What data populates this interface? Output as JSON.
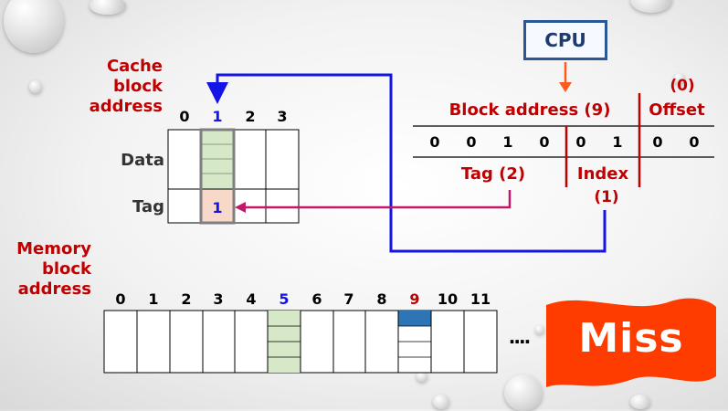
{
  "cpu_label": "CPU",
  "cache": {
    "label_lines": [
      "Cache",
      "block",
      "address"
    ],
    "indices": [
      "0",
      "1",
      "2",
      "3"
    ],
    "highlight_index": "1",
    "data_label": "Data",
    "tag_label": "Tag",
    "tag_value": "1"
  },
  "address": {
    "offset_value": "(0)",
    "block_address": "Block address (9)",
    "offset": "Offset",
    "bits": [
      "0",
      "0",
      "1",
      "0",
      "0",
      "1",
      "0",
      "0"
    ],
    "tag": "Tag (2)",
    "index": "Index",
    "index_value": "(1)"
  },
  "memory": {
    "label_lines": [
      "Memory",
      "block",
      "address"
    ],
    "indices": [
      "0",
      "1",
      "2",
      "3",
      "4",
      "5",
      "6",
      "7",
      "8",
      "9",
      "10",
      "11"
    ],
    "highlight_blue": "5",
    "highlight_red": "9",
    "ellipsis": "····"
  },
  "result": "Miss",
  "colors": {
    "label_red": "#c00000",
    "arrow_blue": "#1414e6",
    "arrow_magenta": "#c0186a",
    "cpu_arrow": "#ff5a1e",
    "cache_highlight": "#d6e8c8",
    "tag_highlight": "#f8d8c8",
    "mem_block_9": "#2e75b6",
    "miss_flag": "#ff3c00"
  }
}
